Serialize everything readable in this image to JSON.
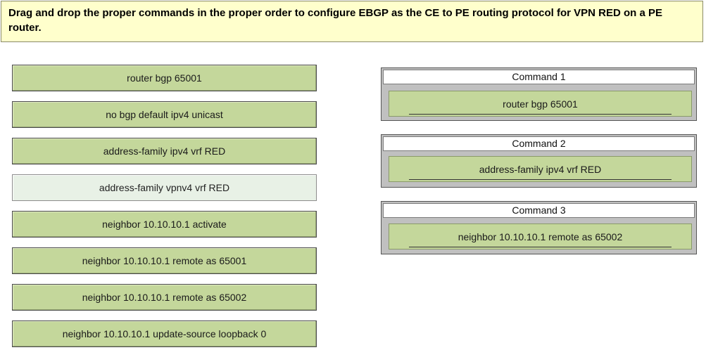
{
  "question": {
    "text": "Drag and drop the proper commands in the proper order to configure EBGP as the CE to PE routing protocol for VPN RED on a PE router."
  },
  "source_commands": [
    {
      "label": "router bgp 65001",
      "used": false
    },
    {
      "label": "no bgp default ipv4 unicast",
      "used": false
    },
    {
      "label": "address-family ipv4 vrf RED",
      "used": false
    },
    {
      "label": "address-family vpnv4 vrf RED",
      "used": true
    },
    {
      "label": "neighbor 10.10.10.1 activate",
      "used": false
    },
    {
      "label": "neighbor 10.10.10.1 remote as 65001",
      "used": false
    },
    {
      "label": "neighbor 10.10.10.1 remote as 65002",
      "used": false
    },
    {
      "label": "neighbor 10.10.10.1 update-source loopback 0",
      "used": false
    }
  ],
  "target_slots": [
    {
      "title": "Command 1",
      "value": "router bgp 65001"
    },
    {
      "title": "Command 2",
      "value": "address-family ipv4 vrf RED"
    },
    {
      "title": "Command 3",
      "value": "neighbor 10.10.10.1 remote as 65002"
    }
  ],
  "colors": {
    "question_bg": "#ffffcc",
    "command_bg": "#c4d79b",
    "command_used_bg": "#e8f1e6",
    "slot_bg": "#c0c0c0"
  }
}
